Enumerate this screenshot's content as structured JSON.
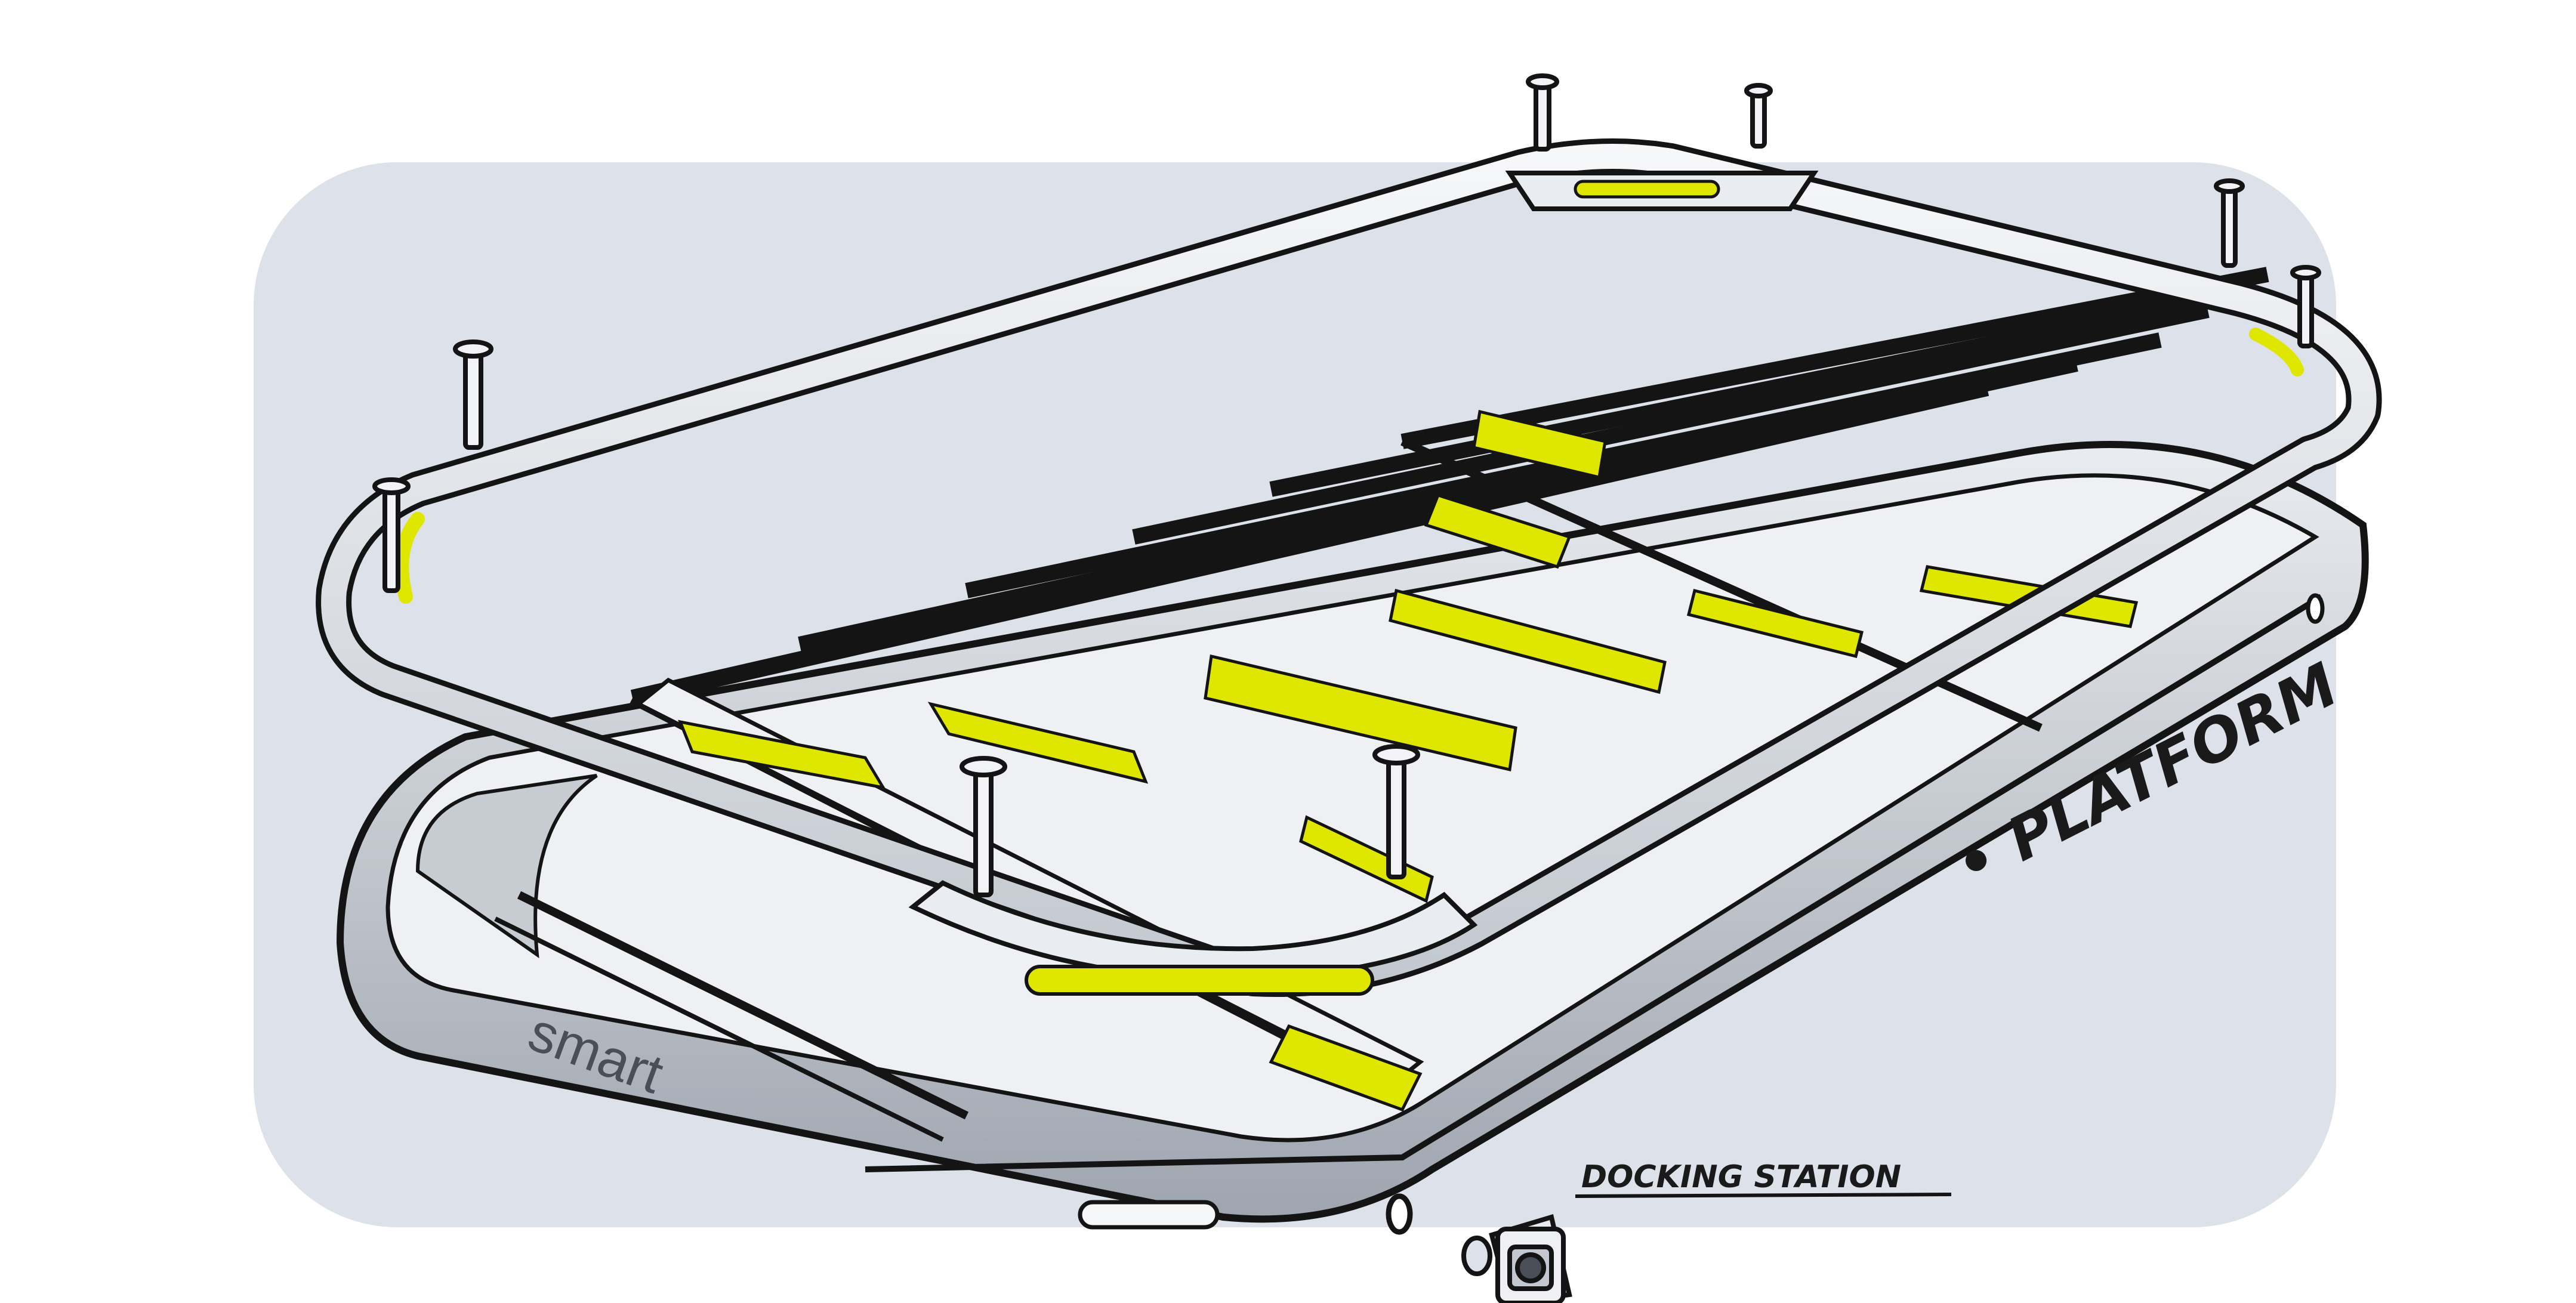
{
  "labels": {
    "platform": "• PLATFORM",
    "docking_station": "DOCKING STATION",
    "brand_logo": "smart"
  },
  "colors": {
    "background_panel": "#dde2ea",
    "accent_yellow": "#dfe600",
    "metal_light": "#f1f3f6",
    "metal_shadow": "#b9bec7",
    "outline": "#141414"
  },
  "icons": [
    "bolt-icon",
    "action-camera-icon"
  ]
}
